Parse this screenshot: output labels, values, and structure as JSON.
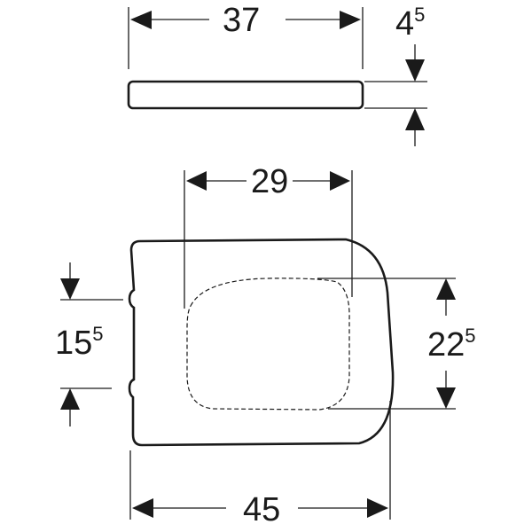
{
  "drawing": {
    "subject": "toilet seat dimension drawing",
    "units": "cm",
    "side_view": {
      "width": {
        "main": "37",
        "sup": ""
      },
      "thickness": {
        "main": "4",
        "sup": "5"
      }
    },
    "top_view": {
      "opening_width": {
        "main": "29",
        "sup": ""
      },
      "hinge_spacing": {
        "main": "15",
        "sup": "5"
      },
      "opening_length": {
        "main": "22",
        "sup": "5"
      },
      "overall_length": {
        "main": "45",
        "sup": ""
      }
    },
    "colors": {
      "line": "#1a1a1a",
      "background": "#ffffff"
    }
  }
}
